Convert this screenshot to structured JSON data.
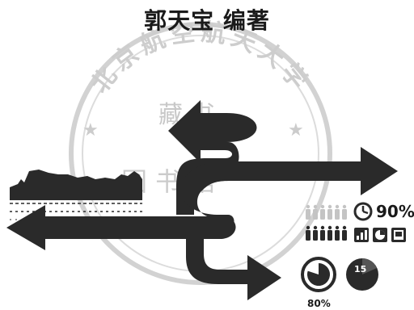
{
  "cover": {
    "author_line": "郭天宝  编著"
  },
  "stamp": {
    "institution": "北京航空航天大学",
    "mark_top": "藏  书",
    "mark_bottom": "图书馆"
  },
  "infographic": {
    "progress_percent_label": "90%",
    "donut_percent_label": "80%",
    "donut_percent_value": 80,
    "dark_circle_label": "15",
    "people_total": 12,
    "people_highlighted": 6
  },
  "colors": {
    "ink": "#2a2a2a",
    "stamp": "#cfcfcf",
    "paper": "#ffffff"
  }
}
